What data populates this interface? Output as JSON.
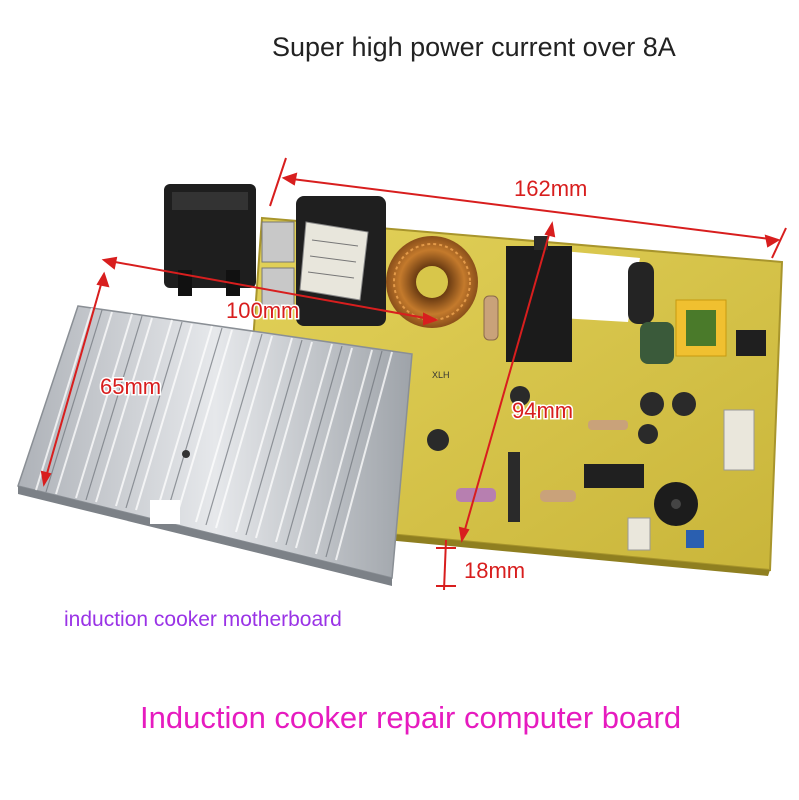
{
  "captions": {
    "top": "Super high power current over 8A",
    "middle": "induction cooker motherboard",
    "bottom": "Induction cooker repair computer board"
  },
  "dimensions": {
    "length": "162mm",
    "heatsink_length": "100mm",
    "heatsink_width": "65mm",
    "board_width": "94mm",
    "height": "18mm"
  },
  "board_markings": {
    "xlh": "XLH"
  },
  "colors": {
    "board": "#d8c64a",
    "heatsink": "#c9ccd0",
    "dimension_lines": "#d81e1e"
  }
}
